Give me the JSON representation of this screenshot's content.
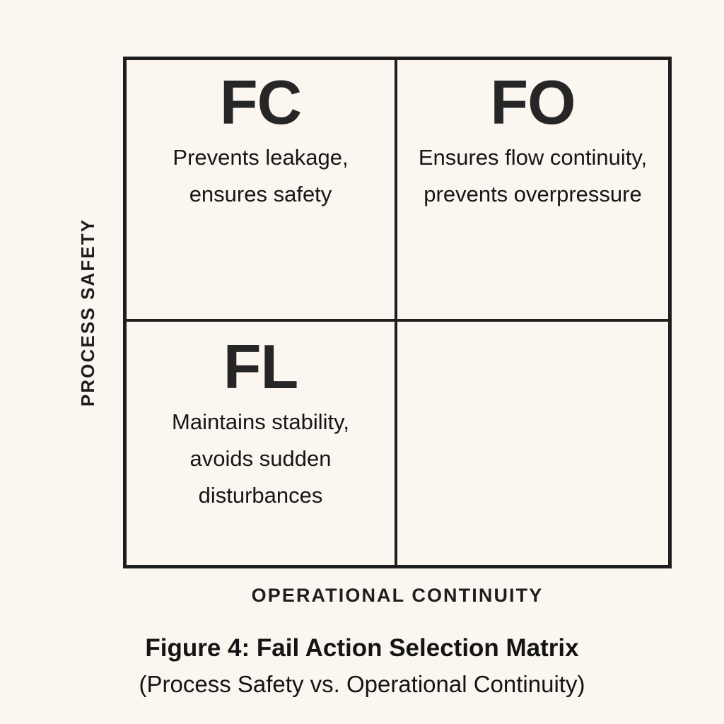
{
  "figure": {
    "axes": {
      "y_label": "PROCESS SAFETY",
      "x_label": "OPERATIONAL CONTINUITY"
    },
    "caption": {
      "title": "Figure 4: Fail Action Selection Matrix",
      "subtitle": "(Process Safety vs. Operational Continuity)"
    },
    "colors": {
      "background": "#FBF7F0",
      "border": "#1E1E1E",
      "text": "#161616",
      "code_text": "#262626"
    },
    "quadrants": [
      {
        "position": "top-left",
        "code": "FC",
        "description": "Prevents leakage, ensures safety"
      },
      {
        "position": "top-right",
        "code": "FO",
        "description": "Ensures flow continuity, prevents overpressure"
      },
      {
        "position": "bottom-left",
        "code": "FL",
        "description": "Maintains stability, avoids sudden disturbances"
      },
      {
        "position": "bottom-right",
        "code": "",
        "description": ""
      }
    ]
  }
}
